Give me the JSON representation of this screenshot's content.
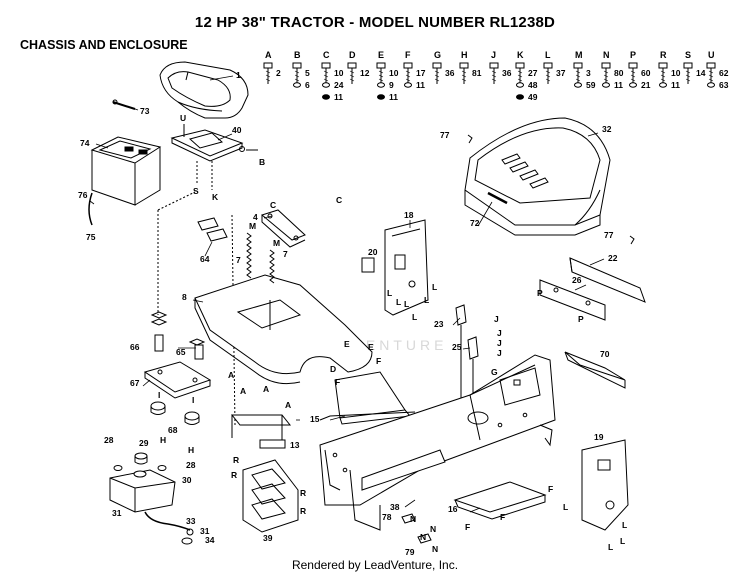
{
  "header": {
    "title": "12 HP 38\" TRACTOR - MODEL NUMBER RL1238D",
    "section": "CHASSIS AND ENCLOSURE"
  },
  "footer": {
    "credit": "Rendered by LeadVenture, Inc."
  },
  "watermark": "LEADVENTURE",
  "hardware_key": [
    {
      "letter": "A",
      "parts": [
        "2"
      ]
    },
    {
      "letter": "B",
      "parts": [
        "5",
        "6"
      ]
    },
    {
      "letter": "C",
      "parts": [
        "10",
        "24",
        "11"
      ]
    },
    {
      "letter": "D",
      "parts": [
        "12"
      ]
    },
    {
      "letter": "E",
      "parts": [
        "10",
        "9",
        "11"
      ]
    },
    {
      "letter": "F",
      "parts": [
        "17",
        "11"
      ]
    },
    {
      "letter": "G",
      "parts": [
        "36"
      ]
    },
    {
      "letter": "H",
      "parts": [
        "81"
      ]
    },
    {
      "letter": "J",
      "parts": [
        "36"
      ]
    },
    {
      "letter": "K",
      "parts": [
        "27",
        "48",
        "49"
      ]
    },
    {
      "letter": "L",
      "parts": [
        "37"
      ]
    },
    {
      "letter": "M",
      "parts": [
        "3",
        "59"
      ]
    },
    {
      "letter": "N",
      "parts": [
        "80",
        "11"
      ]
    },
    {
      "letter": "P",
      "parts": [
        "60",
        "21"
      ]
    },
    {
      "letter": "R",
      "parts": [
        "10",
        "11"
      ]
    },
    {
      "letter": "S",
      "parts": [
        "14"
      ]
    },
    {
      "letter": "U",
      "parts": [
        "62",
        "63"
      ]
    }
  ],
  "callouts": [
    {
      "id": "1",
      "text": "1"
    },
    {
      "id": "73",
      "text": "73"
    },
    {
      "id": "74",
      "text": "74"
    },
    {
      "id": "76",
      "text": "76"
    },
    {
      "id": "75",
      "text": "75"
    },
    {
      "id": "40",
      "text": "40"
    },
    {
      "id": "4",
      "text": "4"
    },
    {
      "id": "64",
      "text": "64"
    },
    {
      "id": "7a",
      "text": "7"
    },
    {
      "id": "7b",
      "text": "7"
    },
    {
      "id": "8",
      "text": "8"
    },
    {
      "id": "66",
      "text": "66"
    },
    {
      "id": "65",
      "text": "65"
    },
    {
      "id": "67",
      "text": "67"
    },
    {
      "id": "68",
      "text": "68"
    },
    {
      "id": "13",
      "text": "13"
    },
    {
      "id": "28a",
      "text": "28"
    },
    {
      "id": "29",
      "text": "29"
    },
    {
      "id": "28b",
      "text": "28"
    },
    {
      "id": "30",
      "text": "30"
    },
    {
      "id": "31a",
      "text": "31"
    },
    {
      "id": "33",
      "text": "33"
    },
    {
      "id": "31b",
      "text": "31"
    },
    {
      "id": "34",
      "text": "34"
    },
    {
      "id": "39",
      "text": "39"
    },
    {
      "id": "15",
      "text": "15"
    },
    {
      "id": "77a",
      "text": "77"
    },
    {
      "id": "32",
      "text": "32"
    },
    {
      "id": "72",
      "text": "72"
    },
    {
      "id": "18",
      "text": "18"
    },
    {
      "id": "20",
      "text": "20"
    },
    {
      "id": "77b",
      "text": "77"
    },
    {
      "id": "22",
      "text": "22"
    },
    {
      "id": "26",
      "text": "26"
    },
    {
      "id": "23",
      "text": "23"
    },
    {
      "id": "25",
      "text": "25"
    },
    {
      "id": "70",
      "text": "70"
    },
    {
      "id": "19",
      "text": "19"
    },
    {
      "id": "38",
      "text": "38"
    },
    {
      "id": "16",
      "text": "16"
    },
    {
      "id": "78",
      "text": "78"
    },
    {
      "id": "79",
      "text": "79"
    }
  ],
  "ref_letters": [
    {
      "id": "U1",
      "text": "U"
    },
    {
      "id": "B1",
      "text": "B"
    },
    {
      "id": "S1",
      "text": "S"
    },
    {
      "id": "K1",
      "text": "K"
    },
    {
      "id": "C1",
      "text": "C"
    },
    {
      "id": "C2",
      "text": "C"
    },
    {
      "id": "M1",
      "text": "M"
    },
    {
      "id": "M2",
      "text": "M"
    },
    {
      "id": "E1",
      "text": "E"
    },
    {
      "id": "E2",
      "text": "E"
    },
    {
      "id": "D1",
      "text": "D"
    },
    {
      "id": "F1",
      "text": "F"
    },
    {
      "id": "F2",
      "text": "F"
    },
    {
      "id": "H1",
      "text": "H"
    },
    {
      "id": "H2",
      "text": "H"
    },
    {
      "id": "I1",
      "text": "I"
    },
    {
      "id": "I2",
      "text": "I"
    },
    {
      "id": "A1",
      "text": "A"
    },
    {
      "id": "A2",
      "text": "A"
    },
    {
      "id": "A3",
      "text": "A"
    },
    {
      "id": "A4",
      "text": "A"
    },
    {
      "id": "R1",
      "text": "R"
    },
    {
      "id": "R2",
      "text": "R"
    },
    {
      "id": "R3",
      "text": "R"
    },
    {
      "id": "R4",
      "text": "R"
    },
    {
      "id": "L1",
      "text": "L"
    },
    {
      "id": "L2",
      "text": "L"
    },
    {
      "id": "L3",
      "text": "L"
    },
    {
      "id": "L4",
      "text": "L"
    },
    {
      "id": "L5",
      "text": "L"
    },
    {
      "id": "L6",
      "text": "L"
    },
    {
      "id": "J1",
      "text": "J"
    },
    {
      "id": "J2",
      "text": "J"
    },
    {
      "id": "J3",
      "text": "J"
    },
    {
      "id": "J4",
      "text": "J"
    },
    {
      "id": "P1",
      "text": "P"
    },
    {
      "id": "P2",
      "text": "P"
    },
    {
      "id": "G1",
      "text": "G"
    },
    {
      "id": "F3",
      "text": "F"
    },
    {
      "id": "F4",
      "text": "F"
    },
    {
      "id": "F5",
      "text": "F"
    },
    {
      "id": "N1",
      "text": "N"
    },
    {
      "id": "N2",
      "text": "N"
    },
    {
      "id": "N3",
      "text": "N"
    },
    {
      "id": "N4",
      "text": "N"
    },
    {
      "id": "L7",
      "text": "L"
    },
    {
      "id": "L8",
      "text": "L"
    },
    {
      "id": "L9",
      "text": "L"
    },
    {
      "id": "L10",
      "text": "L"
    }
  ]
}
